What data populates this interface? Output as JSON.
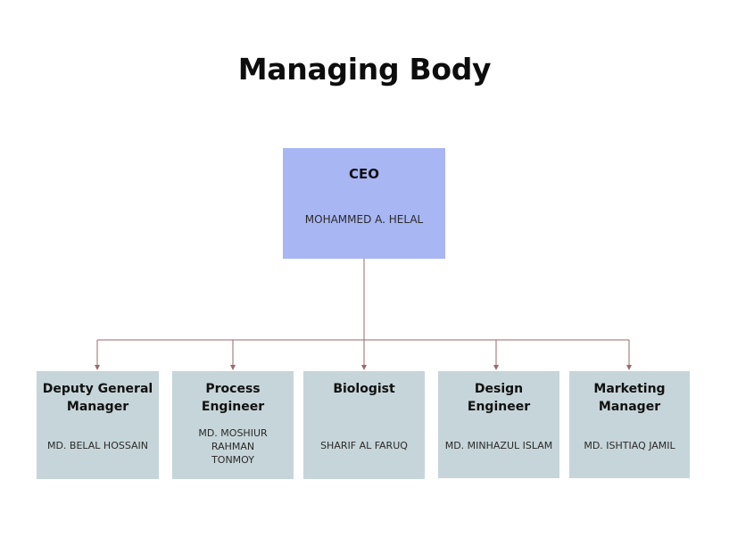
{
  "title": "Managing Body",
  "colors": {
    "ceo_fill": "#a9b6f4",
    "member_fill": "#c6d5d9",
    "connector": "#9a6a6a"
  },
  "ceo": {
    "role": "CEO",
    "name": "MOHAMMED A. HELAL"
  },
  "members": [
    {
      "role": "Deputy General Manager",
      "name": "MD. BELAL HOSSAIN"
    },
    {
      "role": "Process Engineer",
      "name": "MD. MOSHIUR RAHMAN TONMOY"
    },
    {
      "role": "Biologist",
      "name": "SHARIF AL FARUQ"
    },
    {
      "role": "Design Engineer",
      "name": "MD. MINHAZUL ISLAM"
    },
    {
      "role": "Marketing Manager",
      "name": "MD. ISHTIAQ JAMIL"
    }
  ]
}
